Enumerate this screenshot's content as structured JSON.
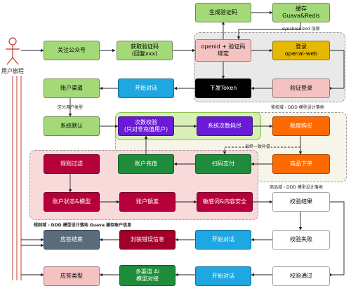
{
  "actor": {
    "label": "用户旅程"
  },
  "nodes": {
    "gen_code": {
      "label": "生成验证码",
      "bg": "#a3d977",
      "fg": "#000000"
    },
    "cache": {
      "label": "缓存\nGuava&Redis",
      "bg": "#a3d977",
      "fg": "#000000"
    },
    "follow": {
      "label": "关注公众号",
      "bg": "#a3d977",
      "fg": "#000000"
    },
    "get_code": {
      "label": "获取验证码\n(回复xxx)",
      "bg": "#a3d977",
      "fg": "#000000"
    },
    "bind": {
      "label": "openid + 验证码\n绑定",
      "bg": "#f5c2c2",
      "fg": "#000000"
    },
    "login": {
      "label": "登录\nopenai-web",
      "bg": "#e6b800",
      "fg": "#000000"
    },
    "account": {
      "label": "账户渠道",
      "bg": "#a3d977",
      "fg": "#000000"
    },
    "start_chat_1": {
      "label": "开始对话",
      "bg": "#1ea7e1",
      "fg": "#ffffff"
    },
    "token": {
      "label": "下发Token",
      "bg": "#000000",
      "fg": "#ffffff"
    },
    "verify_login": {
      "label": "验证登录",
      "bg": "#f5c2c2",
      "fg": "#000000"
    },
    "sys_default": {
      "label": "系统默认",
      "bg": "#a3d977",
      "fg": "#000000"
    },
    "count_check": {
      "label": "次数校验\n(只对非充值用户)",
      "bg": "#6a1bd6",
      "fg": "#ffffff"
    },
    "sys_consume": {
      "label": "系统次数耗尽",
      "bg": "#6a1bd6",
      "fg": "#ffffff"
    },
    "buy_quota": {
      "label": "额度购买",
      "bg": "#ff6a00",
      "fg": "#ffffff"
    },
    "rule_filter": {
      "label": "规则过滤",
      "bg": "#b5003c",
      "fg": "#ffffff"
    },
    "recharge": {
      "label": "账户充值",
      "bg": "#1e8c3a",
      "fg": "#ffffff"
    },
    "scan_pay": {
      "label": "扫码支付",
      "bg": "#1e8c3a",
      "fg": "#ffffff"
    },
    "order": {
      "label": "商品下单",
      "bg": "#ff6a00",
      "fg": "#ffffff"
    },
    "acct_status": {
      "label": "账户状态&模型",
      "bg": "#b5003c",
      "fg": "#ffffff"
    },
    "acct_quota": {
      "label": "账户额度",
      "bg": "#b5003c",
      "fg": "#ffffff"
    },
    "sensitive": {
      "label": "敏感词&内容安全",
      "bg": "#b5003c",
      "fg": "#ffffff"
    },
    "check_result": {
      "label": "校验结果",
      "bg": "#ffffff",
      "fg": "#000000"
    },
    "resp_end": {
      "label": "应答结束",
      "bg": "#5a6b7c",
      "fg": "#ffffff"
    },
    "wrap_err": {
      "label": "封装错误信息",
      "bg": "#a0002a",
      "fg": "#ffffff"
    },
    "start_chat_2": {
      "label": "开始对话",
      "bg": "#1ea7e1",
      "fg": "#ffffff"
    },
    "check_fail": {
      "label": "校验失败",
      "bg": "#ffffff",
      "fg": "#000000"
    },
    "resp_type": {
      "label": "应答类型",
      "bg": "#f5c2c2",
      "fg": "#000000"
    },
    "multi_ai": {
      "label": "多渠道 Ai\n模型对接",
      "bg": "#1e8c3a",
      "fg": "#ffffff"
    },
    "start_chat_3": {
      "label": "开始对话",
      "bg": "#1ea7e1",
      "fg": "#ffffff"
    },
    "check_pass": {
      "label": "校验通过",
      "bg": "#ffffff",
      "fg": "#000000"
    }
  },
  "captions": {
    "sync_lock": "synchronized 加锁",
    "auth_domain": "鉴权域 - DDD 模型设计落地",
    "account_type": "区分用户类型",
    "final_consistency": "最终一致补偿",
    "product_domain": "商品域 - DDD 模型设计落地",
    "rule_domain": "规则域 - DDD 模型设计落地 Guava 缓存账户信息"
  },
  "colors": {
    "edge": "#222222",
    "actor_line": "#c0392b"
  }
}
